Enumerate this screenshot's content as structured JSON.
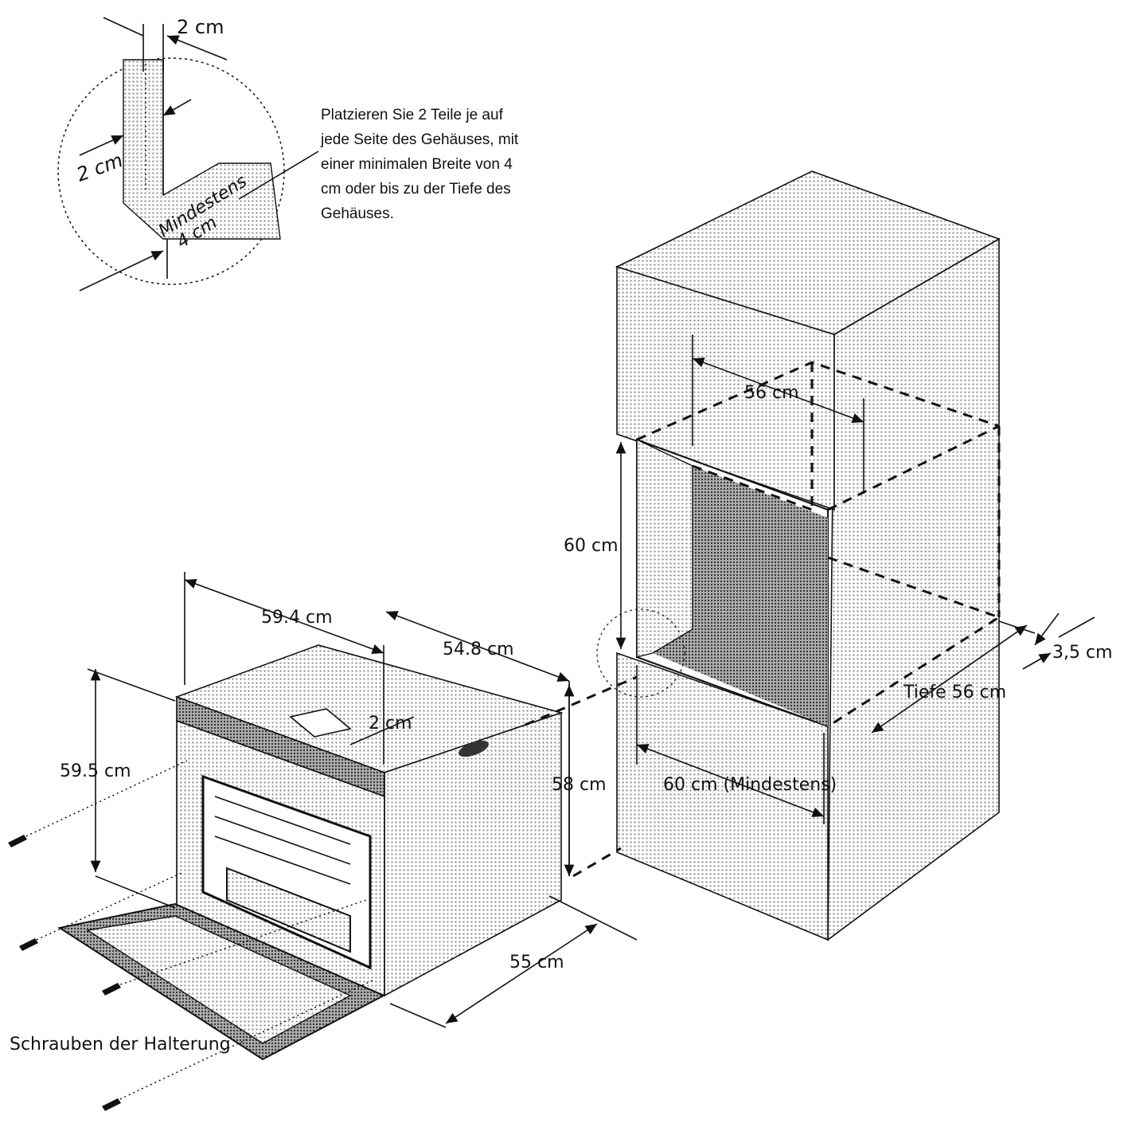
{
  "note_lines": [
    "Platzieren Sie 2 Teile je auf",
    "jede Seite des Gehäuses, mit",
    "einer minimalen Breite von 4",
    "cm oder bis zu der Tiefe des",
    "Gehäuses."
  ],
  "detail": {
    "top_2cm": "2  cm",
    "side_2cm": "2 cm",
    "min_line1": "Mindestens",
    "min_line2": "4 cm"
  },
  "cabinet": {
    "dim_56": "56 cm",
    "dim_60_height": "60 cm",
    "dim_3_5": "3,5 cm",
    "dim_depth": "Tiefe 56 cm",
    "dim_60_min": "60 cm (Mindestens)"
  },
  "oven": {
    "dim_59_4": "59.4 cm",
    "dim_54_8": "54.8 cm",
    "dim_2": "2 cm",
    "dim_59_5": "59.5 cm",
    "dim_58": "58 cm",
    "dim_55": "55 cm"
  },
  "screws_label": "Schrauben der Halterung",
  "colors": {
    "ink": "#111111",
    "paper": "#ffffff",
    "shade": "#c8c8c8",
    "dark_shade": "#6a6a6a"
  }
}
